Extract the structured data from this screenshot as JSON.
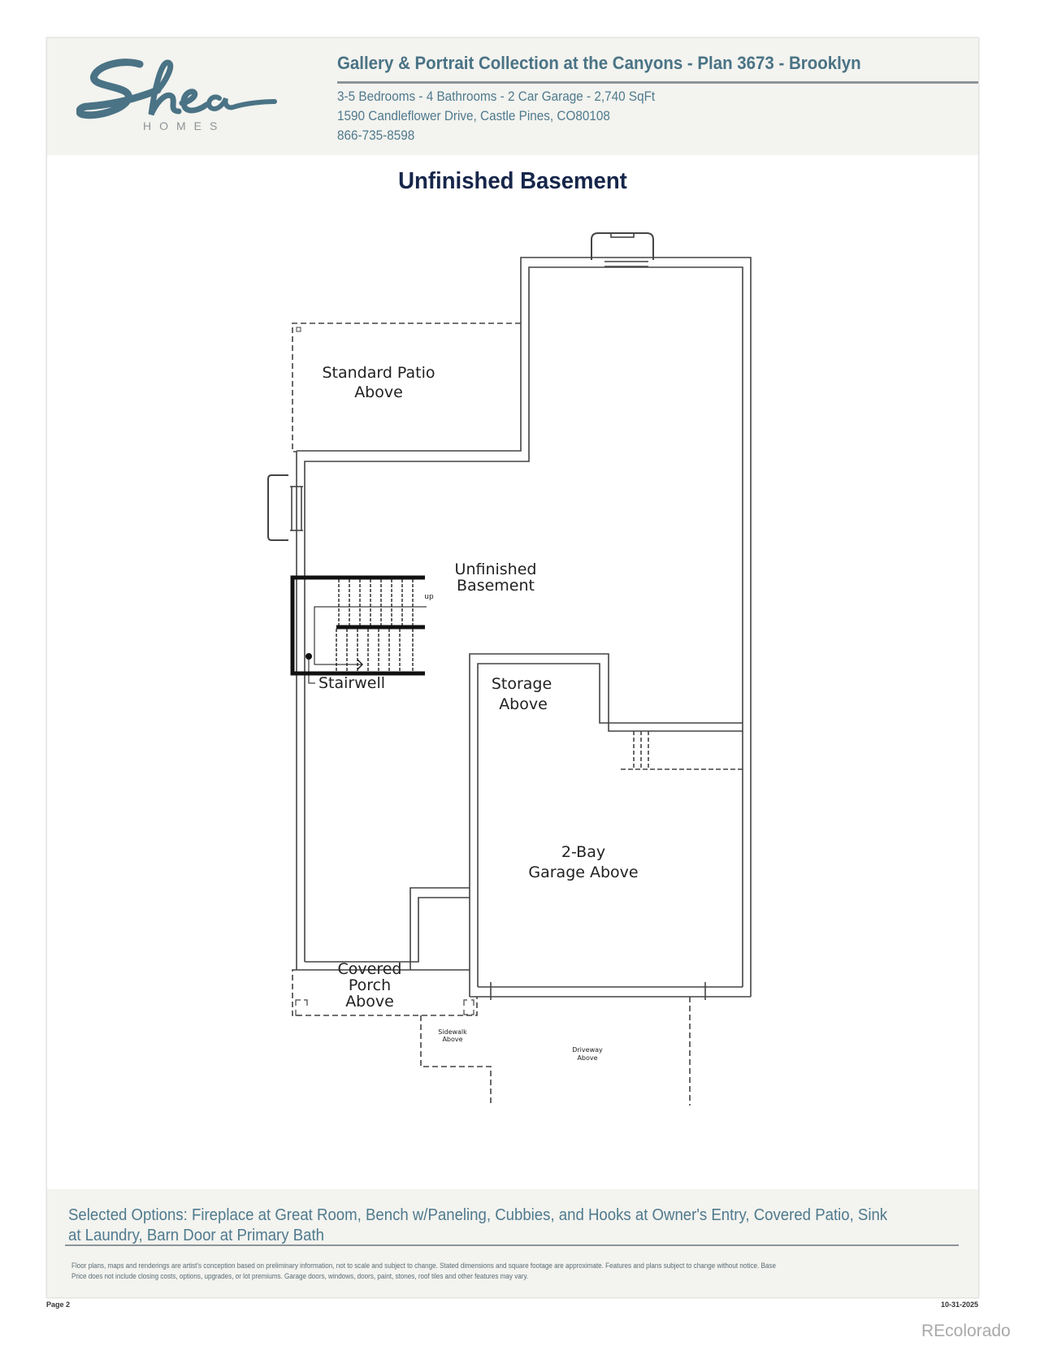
{
  "header": {
    "logo": {
      "script": "Shea",
      "sub": "HOMES",
      "color": "#4a7385"
    },
    "title": "Gallery & Portrait Collection at the Canyons - Plan 3673 - Brooklyn",
    "specs": "3-5 Bedrooms - 4 Bathrooms - 2 Car Garage - 2,740 SqFt",
    "address": "1590 Candleflower Drive, Castle Pines, CO80108",
    "phone": "866-735-8598"
  },
  "plan": {
    "title": "Unfinished Basement",
    "rooms": {
      "patio_line1": "Standard Patio",
      "patio_line2": "Above",
      "basement_line1": "Unfinished",
      "basement_line2": "Basement",
      "stairwell": "Stairwell",
      "stair_up": "up",
      "storage_line1": "Storage",
      "storage_line2": "Above",
      "garage_line1": "2-Bay",
      "garage_line2": "Garage Above",
      "porch_line1": "Covered",
      "porch_line2": "Porch",
      "porch_line3": "Above",
      "sidewalk_line1": "Sidewalk",
      "sidewalk_line2": "Above",
      "driveway_line1": "Driveway",
      "driveway_line2": "Above"
    }
  },
  "footer": {
    "selected_options": "Selected Options: Fireplace at Great Room, Bench w/Paneling, Cubbies, and Hooks at Owner's Entry, Covered Patio, Sink at Laundry, Barn Door at Primary Bath",
    "disclaimer_line1": "Floor plans, maps and renderings are artist's conception based on preliminary information, not to scale and subject to change. Stated dimensions and square footage are approximate. Features and plans subject to change without notice. Base",
    "disclaimer_line2": "Price does not include closing costs, options, upgrades, or lot premiums. Garage doors, windows, doors, paint, stones, roof tiles and other features may vary.",
    "page": "Page 2",
    "date": "10-31-2025"
  },
  "watermark": "REcolorado"
}
